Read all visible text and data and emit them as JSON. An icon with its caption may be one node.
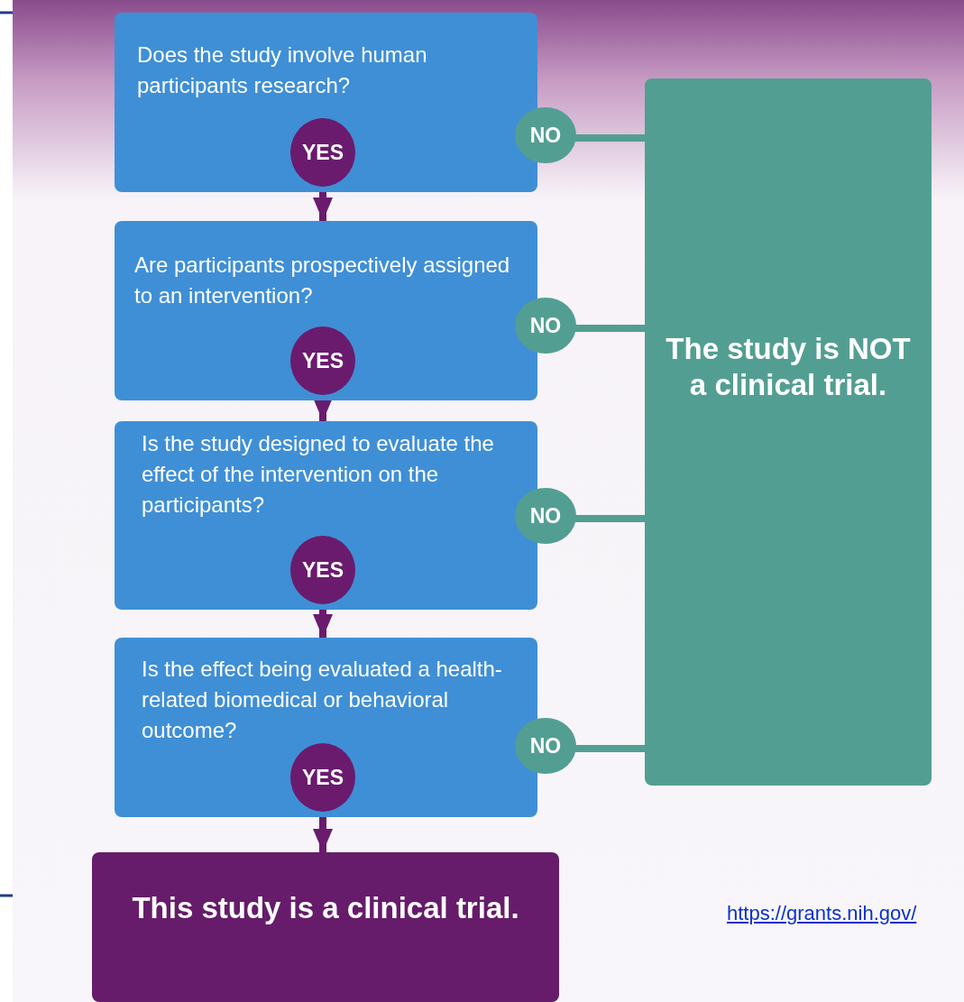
{
  "diagram": {
    "nodes": [
      {
        "text": [
          "Does the study involve human participants research?"
        ]
      },
      {
        "text": [
          "Are participants prospectively assigned to an intervention?"
        ]
      },
      {
        "text": [
          "Is the study designed to evaluate the effect of the intervention on the participants?"
        ]
      },
      {
        "text": [
          "Is the effect being evaluated a health-related biomedical or behavioral outcome?"
        ]
      },
      {
        "text": [
          "The study is NOT a clinical trial."
        ]
      },
      {
        "text": [
          "This study is a clinical trial."
        ]
      }
    ],
    "edges": [
      {
        "from": 0,
        "to": 1,
        "arrow": "to",
        "label": "YES",
        "color": "#6a1b6e"
      },
      {
        "from": 0,
        "to": 4,
        "arrow": "to",
        "label": "NO",
        "color": "#539e92"
      },
      {
        "from": 1,
        "to": 2,
        "arrow": "to",
        "label": "YES",
        "color": "#6a1b6e"
      },
      {
        "from": 1,
        "to": 4,
        "arrow": "to",
        "label": "NO",
        "color": "#539e92"
      },
      {
        "from": 2,
        "to": 3,
        "arrow": "to",
        "label": "YES",
        "color": "#6a1b6e"
      },
      {
        "from": 2,
        "to": 4,
        "arrow": "to",
        "label": "NO",
        "color": "#539e92"
      },
      {
        "from": 3,
        "to": 5,
        "arrow": "to",
        "label": "YES",
        "color": "#6a1b6e"
      },
      {
        "from": 3,
        "to": 4,
        "arrow": "to",
        "label": "NO",
        "color": "#539e92"
      }
    ],
    "labels": [
      "https://grants.nih.gov/"
    ]
  }
}
